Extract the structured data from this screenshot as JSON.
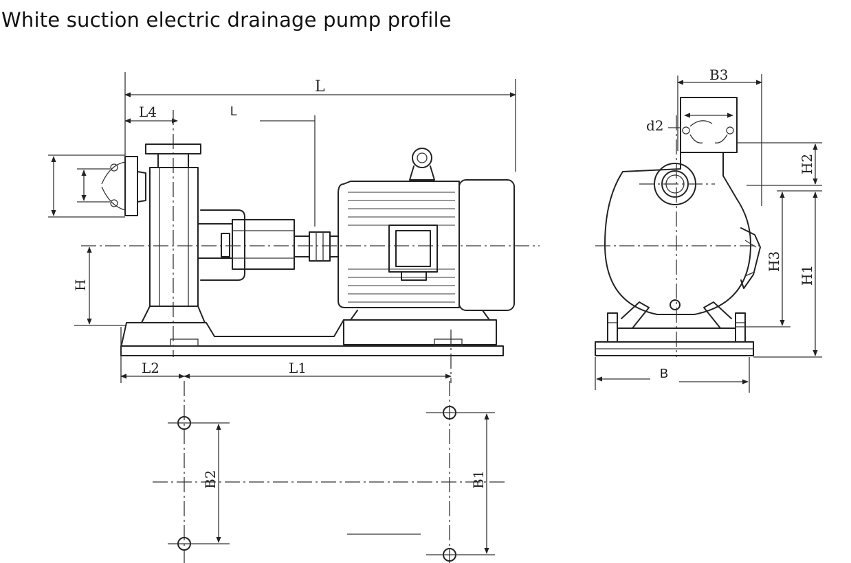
{
  "title": "White suction electric drainage pump profile",
  "labels": {
    "L_top": "L",
    "L_inner": "L",
    "L4": "L4",
    "L2": "L2",
    "L1": "L1",
    "H": "H",
    "B3": "B3",
    "d2": "d2",
    "H2": "H2",
    "H3": "H3",
    "H1": "H1",
    "B": "B",
    "B2": "B2",
    "B1": "B1"
  }
}
